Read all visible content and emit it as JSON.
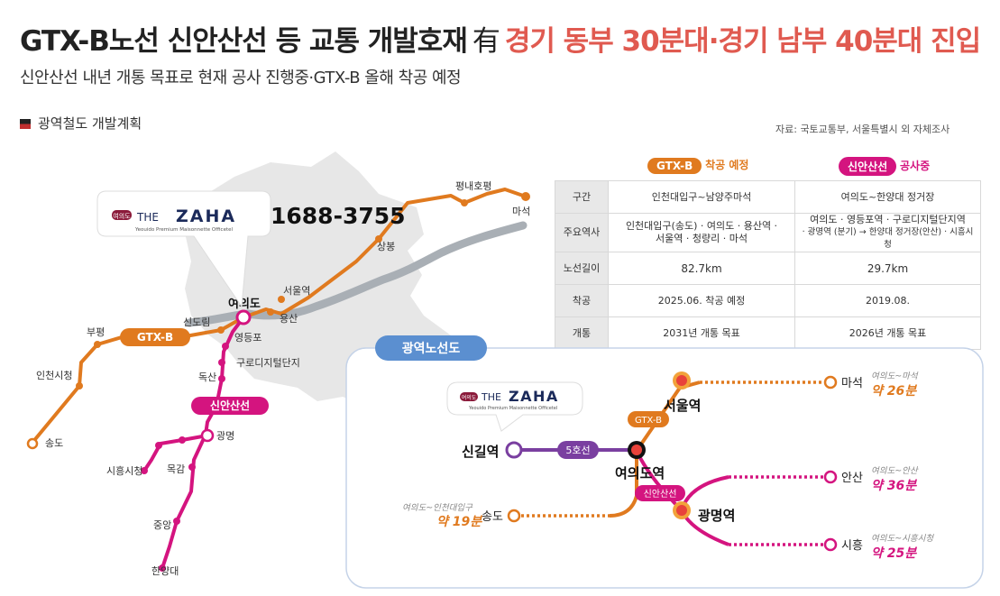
{
  "header": {
    "headline_part1": "GTX-B노선 신안산선 등 교통 개발호재",
    "headline_you": "有",
    "headline_part2": "경기 동부 30분대·경기 남부 40분대 진입",
    "subline": "신안산선 내년 개통 목표로 현재 공사 진행중·GTX-B 올해 착공 예정",
    "section_title": "광역철도 개발계획",
    "source": "자료: 국토교통부, 서울특별시 외 자체조사"
  },
  "brand": {
    "badge": "여의도",
    "name_the": "THE",
    "name_zaha": "ZAHA",
    "tagline": "Yeouido Premium Maisonnette Officetel",
    "phone": "1688-3755"
  },
  "colors": {
    "gtxb": "#e07a1f",
    "sinansan": "#d4147f",
    "line5": "#7a3fa0",
    "river": "#a9afb5",
    "seoul": "#e7e7e7",
    "headline_accent": "#e05a50"
  },
  "table": {
    "gtxb_label": "GTX-B",
    "gtxb_status": "착공 예정",
    "sinansan_label": "신안산선",
    "sinansan_status": "공사중",
    "rows": [
      {
        "head": "구간",
        "gtxb": "인천대입구~남양주마석",
        "sinansan": "여의도~한양대 정거장"
      },
      {
        "head": "주요역사",
        "gtxb_l1": "인천대입구(송도) · 여의도 · 용산역 ·",
        "gtxb_l2": "서울역 · 청량리 · 마석",
        "sin_l1": "여의도 · 영등포역 · 구로디지털단지역",
        "sin_l2": "· 광명역 (분기) → 한양대 정거장(안산) · 시흥시청"
      },
      {
        "head": "노선길이",
        "gtxb": "82.7km",
        "sinansan": "29.7km"
      },
      {
        "head": "착공",
        "gtxb": "2025.06. 착공 예정",
        "sinansan": "2019.08."
      },
      {
        "head": "개통",
        "gtxb": "2031년 개통 목표",
        "sinansan": "2026년 개통 목표"
      }
    ]
  },
  "map": {
    "gtxb_line_label": "GTX-B",
    "sinansan_line_label": "신안산선",
    "stations": {
      "pyeongnae": "평내호평",
      "maseok": "마석",
      "sangbong": "상봉",
      "seoul": "서울역",
      "yongsan": "용산",
      "yeouido": "여의도",
      "sindorim": "신도림",
      "yeongdeungpo": "영등포",
      "bupyeong": "부평",
      "incheon_cityhall": "인천시청",
      "songdo": "송도",
      "doksan": "독산",
      "guro": "구로디지털단지",
      "gwangmyeong": "광명",
      "siheung_cityhall": "시흥시청",
      "mokgam": "목감",
      "jungang": "중앙",
      "hanyang": "한양대"
    }
  },
  "inset": {
    "title": "광역노선도",
    "line5_label": "5호선",
    "gtxb_label": "GTX-B",
    "sinansan_label": "신안산선",
    "stations": {
      "singil": "신길역",
      "yeouido": "여의도역",
      "seoul": "서울역",
      "gwangmyeong": "광명역",
      "songdo": "송도",
      "maseok": "마석",
      "ansan": "안산",
      "siheung": "시흥"
    },
    "times": {
      "maseok_route": "여의도~마석",
      "maseok_time": "약 26분",
      "ansan_route": "여의도~안산",
      "ansan_time": "약 36분",
      "siheung_route": "여의도~시흥시청",
      "siheung_time": "약 25분",
      "songdo_route": "여의도~인천대입구",
      "songdo_time": "약 19분"
    }
  }
}
